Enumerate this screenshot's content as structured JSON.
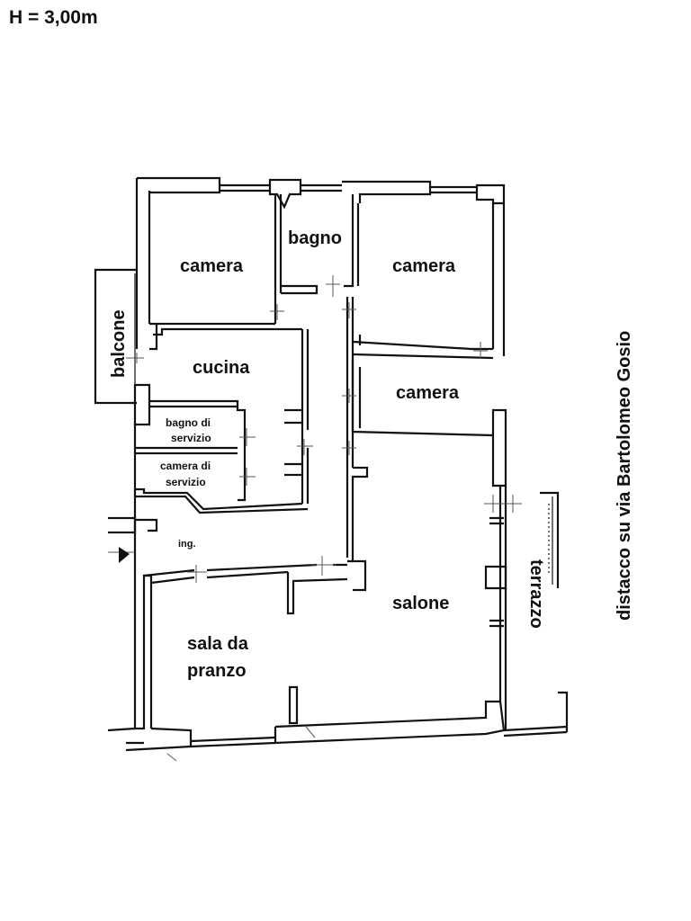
{
  "header": {
    "height_label": "H = 3,00m"
  },
  "rooms": {
    "camera_nw": "camera",
    "bagno": "bagno",
    "camera_ne": "camera",
    "cucina": "cucina",
    "camera_e": "camera",
    "bagno_servizio_line1": "bagno di",
    "bagno_servizio_line2": "servizio",
    "camera_servizio_line1": "camera di",
    "camera_servizio_line2": "servizio",
    "ingresso": "ing.",
    "salone": "salone",
    "sala_pranzo_line1": "sala da",
    "sala_pranzo_line2": "pranzo"
  },
  "outdoor": {
    "balcone": "balcone",
    "terrazzo": "terrazzo"
  },
  "annotation": {
    "detachment": "distacco su via Bartolomeo Gosio"
  },
  "icons": {
    "entrance": "entrance-arrow-icon"
  }
}
